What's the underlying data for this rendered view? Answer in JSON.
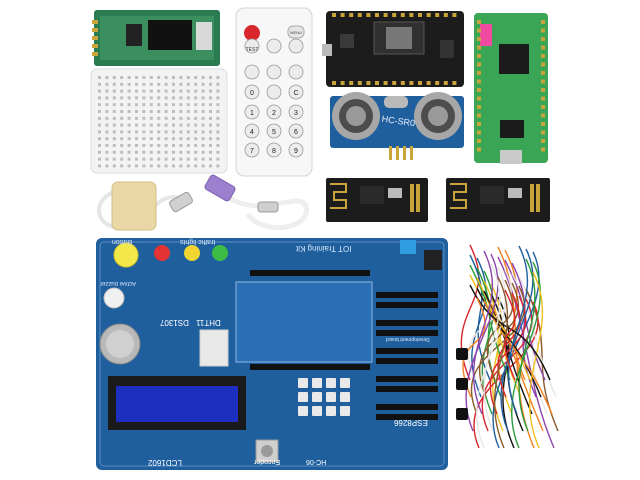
{
  "remote": {
    "top_keys": [
      "TEST",
      "MENU"
    ],
    "grid_keys": [
      "0",
      "C",
      "1",
      "2",
      "3",
      "4",
      "5",
      "6",
      "7",
      "8",
      "9"
    ]
  },
  "ultrasonic": {
    "label": "HC-SR0"
  },
  "main_board": {
    "title": "IOT Training Kit",
    "button_label": "Button",
    "traffic_label": "traffic lights",
    "rtc_label": "DS1307",
    "dht_label": "DHT11",
    "lcd_label": "LCD1602",
    "encoder_label": "Encoder",
    "hc06_label": "HC-06",
    "esp_label": "ESP8266",
    "dev_board_label": "Development board",
    "buzzer_label": "Active buzzer"
  },
  "colors": {
    "pcb_blue": "#1f5f9e",
    "pcb_black": "#1c1c1c",
    "pcb_green": "#3aa655",
    "lcd_blue": "#1d2fbf"
  }
}
